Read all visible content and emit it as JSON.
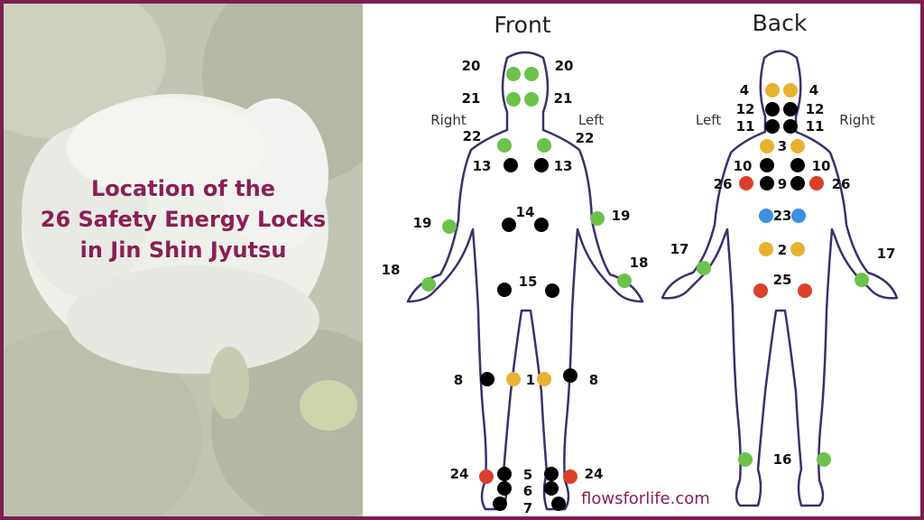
{
  "title_lines": [
    "Location of the",
    "26 Safety Energy Locks",
    "in Jin Shin Jyutsu"
  ],
  "front": {
    "heading": "Front",
    "side_left": "Right",
    "side_right": "Left",
    "numbers": [
      "20",
      "20",
      "21",
      "21",
      "22",
      "22",
      "13",
      "13",
      "14",
      "19",
      "19",
      "18",
      "18",
      "15",
      "8",
      "1",
      "8",
      "24",
      "5",
      "24",
      "6",
      "7"
    ]
  },
  "back": {
    "heading": "Back",
    "side_left": "Left",
    "side_right": "Right",
    "numbers": [
      "4",
      "4",
      "12",
      "12",
      "11",
      "11",
      "3",
      "10",
      "10",
      "26",
      "9",
      "26",
      "23",
      "17",
      "17",
      "2",
      "25",
      "16"
    ]
  },
  "website": "flowsforlife.com",
  "colors": {
    "frame": "#7a1f4f",
    "title_text": "#8a1f55",
    "green": "#6cc24a",
    "black": "#000000",
    "yellow": "#e8b230",
    "red": "#d9402b",
    "blue": "#3d8fe0",
    "body_outline": "#3b2f6e"
  }
}
